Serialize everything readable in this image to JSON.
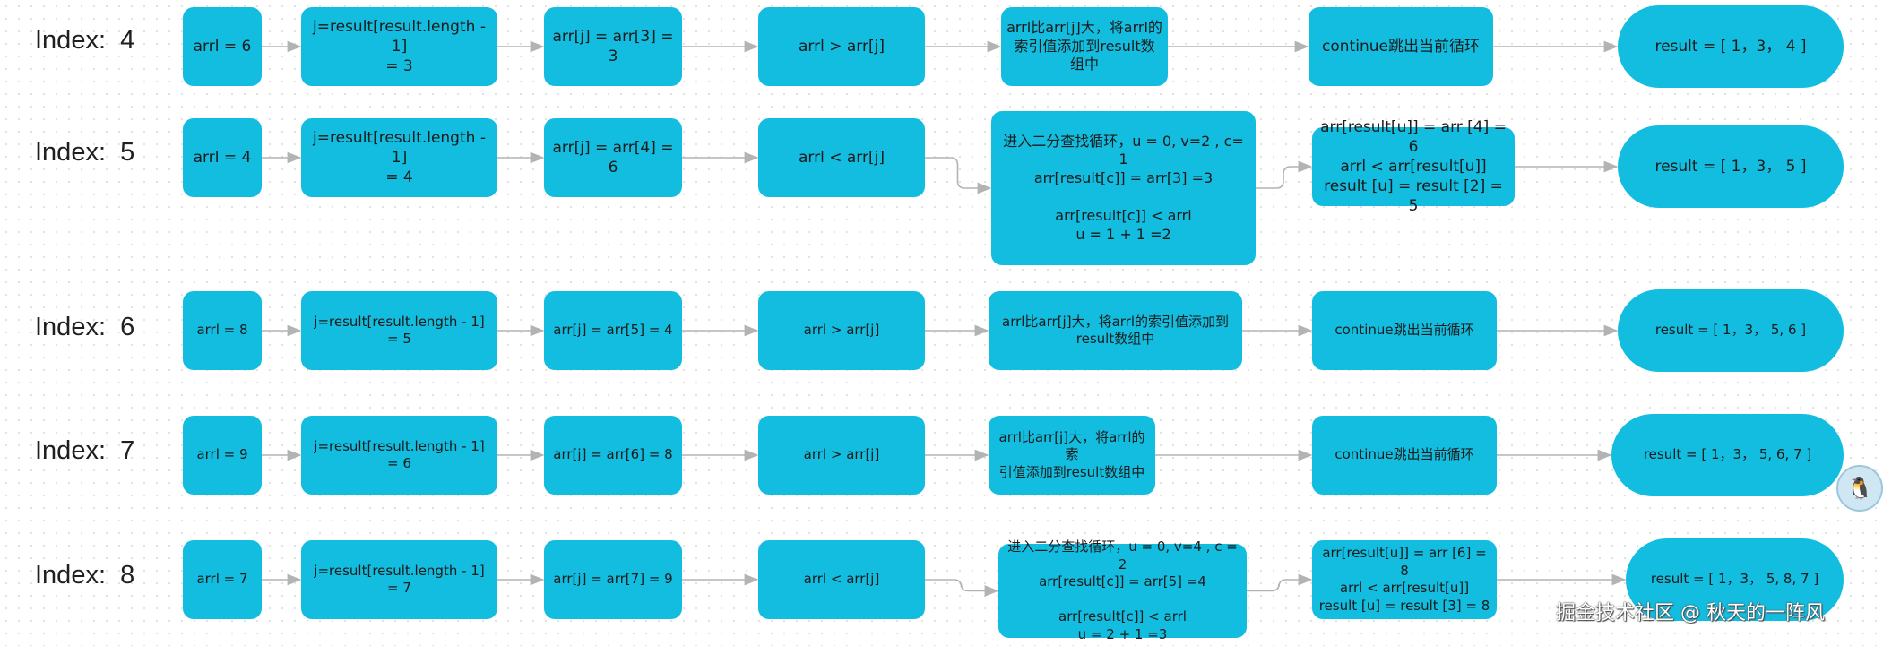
{
  "rows": [
    {
      "label": "Index:  4",
      "nodes": {
        "arrl": "arrl =  6",
        "j": "j=result[result.length - 1]\n= 3",
        "arrj": "arr[j] = arr[3] = 3",
        "cmp": "arrl > arr[j]",
        "action": "arrl比arr[j]大，将arrl的\n索引值添加到result数\n组中",
        "next": "continue跳出当前循环",
        "result": "result = [ 1，3， 4 ]"
      }
    },
    {
      "label": "Index:  5",
      "nodes": {
        "arrl": "arrl =  4",
        "j": "j=result[result.length - 1]\n= 4",
        "arrj": "arr[j] = arr[4] = 6",
        "cmp": "arrl <  arr[j]",
        "action": "进入二分查找循环，u = 0, v=2 , c=\n1\narr[result[c]] = arr[3] =3\n\narr[result[c]] < arrl\nu = 1 + 1 =2",
        "next": "arr[result[u]] = arr [4] = 6\narrl < arr[result[u]]\nresult [u] = result [2] = 5",
        "result": "result = [ 1，3， 5 ]"
      }
    },
    {
      "label": "Index:  6",
      "nodes": {
        "arrl": "arrl = 8",
        "j": "j=result[result.length - 1] = 5",
        "arrj": "arr[j] = arr[5] = 4",
        "cmp": "arrl >  arr[j]",
        "action": "arrl比arr[j]大，将arrl的索引值添加到\nresult数组中",
        "next": "continue跳出当前循环",
        "result": "result = [ 1，3， 5, 6 ]"
      }
    },
    {
      "label": "Index:  7",
      "nodes": {
        "arrl": "arrl = 9",
        "j": "j=result[result.length - 1] = 6",
        "arrj": "arr[j] = arr[6] = 8",
        "cmp": "arrl >  arr[j]",
        "action": "arrl比arr[j]大，将arrl的索\n引值添加到result数组中",
        "next": "continue跳出当前循环",
        "result": "result = [ 1，3， 5, 6, 7 ]"
      }
    },
    {
      "label": "Index:  8",
      "nodes": {
        "arrl": "arrl = 7",
        "j": "j=result[result.length - 1] = 7",
        "arrj": "arr[j] = arr[7] = 9",
        "cmp": "arrl <  arr[j]",
        "action": "进入二分查找循环，u = 0, v=4 , c = 2\narr[result[c]] = arr[5] =4\n\narr[result[c]] < arrl\nu = 2 + 1 =3",
        "next": "arr[result[u]] = arr [6] = 8\narrl < arr[result[u]]\nresult [u] = result [3] = 8",
        "result": "result = [ 1，3， 5, 8, 7 ]"
      }
    }
  ],
  "watermark": "掘金技术社区 @ 秋天的一阵风",
  "colors": {
    "node_fill": "#12bde0",
    "edge": "#b3b3b3",
    "text": "#1b1b1b"
  }
}
